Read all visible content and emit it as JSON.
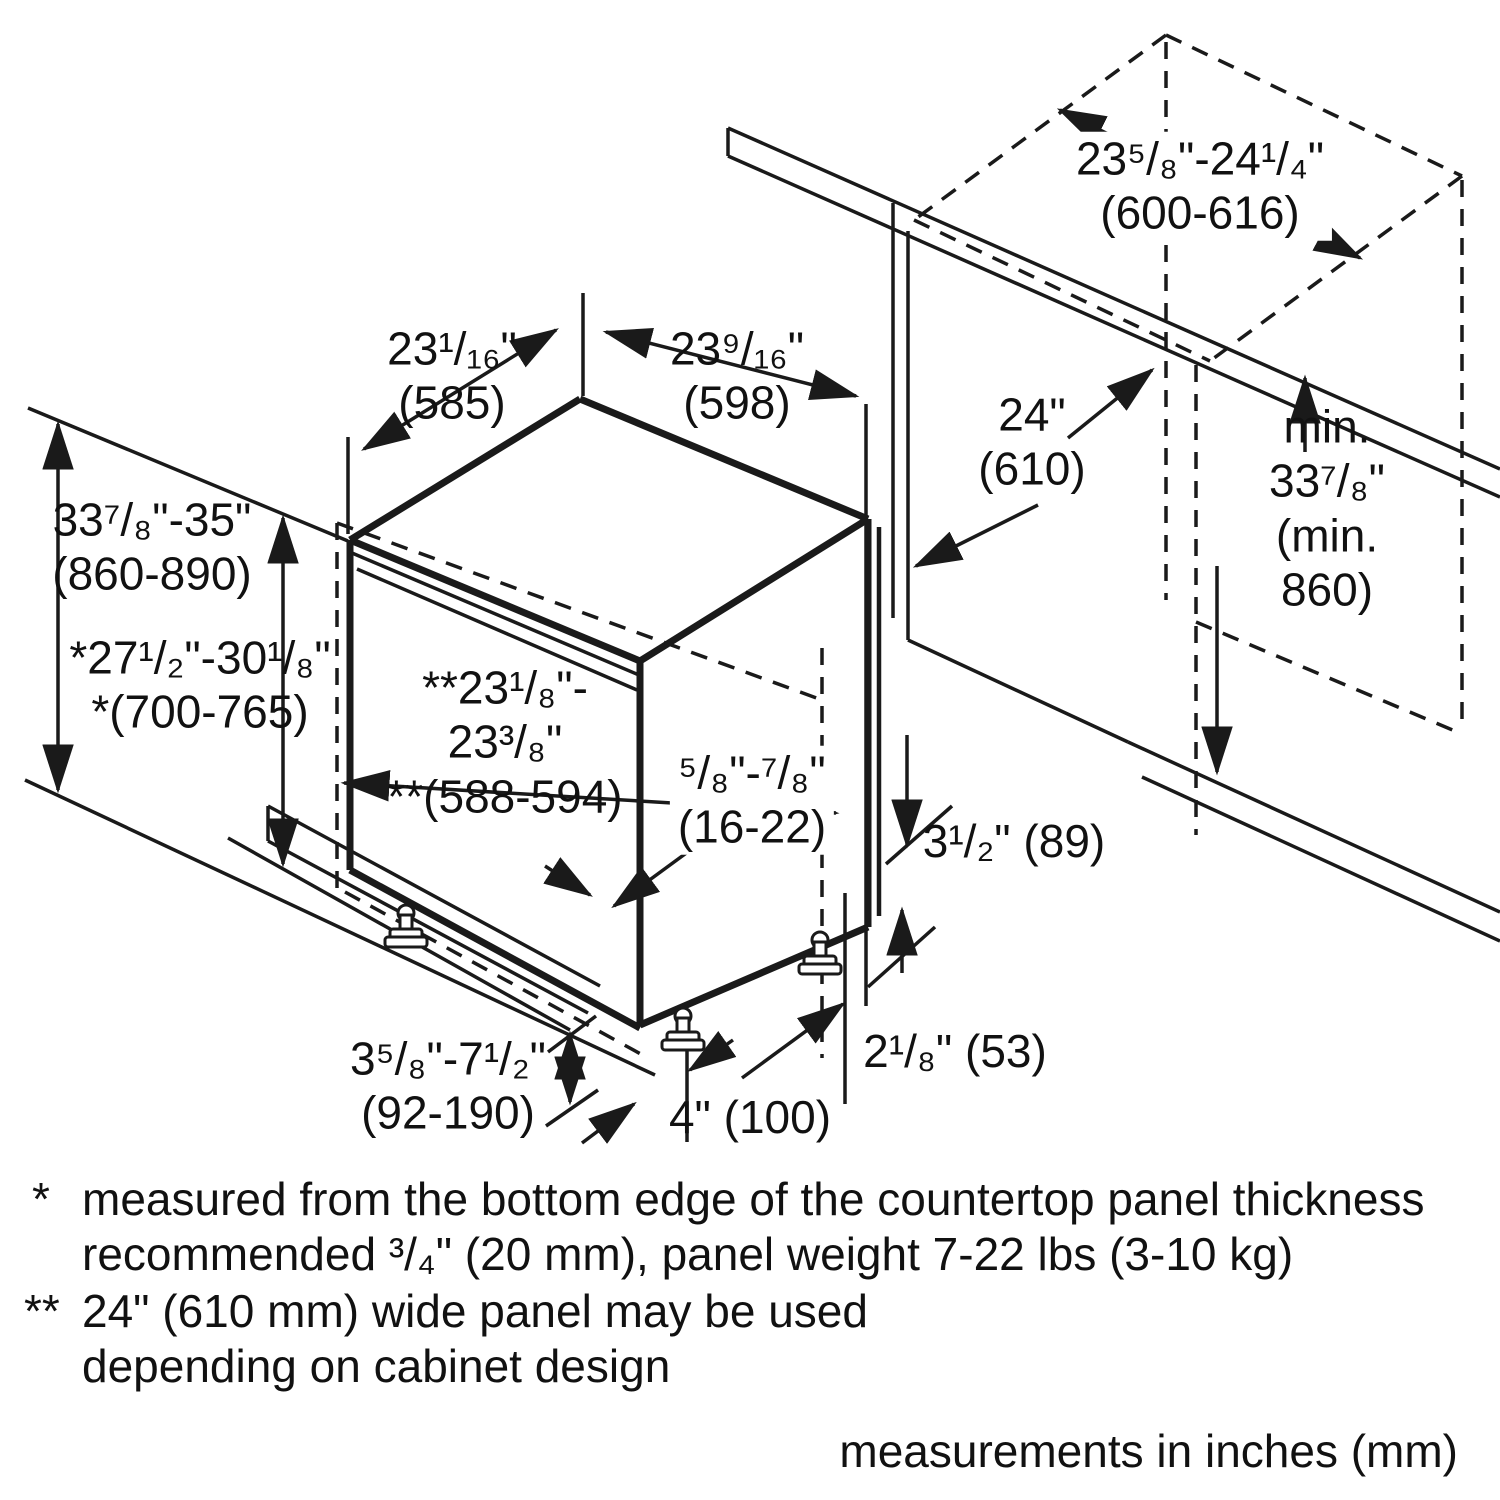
{
  "labels": {
    "counter_width": "23⁵/₈\"-24¹/₄\"\n(600-616)",
    "dishwasher_depth": "23¹/₁₆\"\n(585)",
    "dishwasher_width": "23⁹/₁₆\"\n(598)",
    "niche_width": "24\"\n(610)",
    "niche_min_height": "min. 33⁷/₈\"\n(min. 860)",
    "overall_height": "33⁷/₈\"-35\"\n(860-890)",
    "panel_height": "*27¹/₂\"-30¹/₈\"\n*(700-765)",
    "panel_width": "**23¹/₈\"-\n23³/₈\"\n**(588-594)",
    "panel_thickness": "⁵/₈\"-⁷/₈\"\n(16-22)",
    "toe_kick_height": "3¹/₂\" (89)",
    "foot_clearance": "2¹/₈\" (53)",
    "leveling_range": "3⁵/₈\"-7¹/₂\"\n(92-190)",
    "foot_depth": "4\" (100)"
  },
  "footnotes": {
    "marker1": "*",
    "note1_line1": "measured from the bottom edge of the countertop panel thickness",
    "note1_line2": "recommended ³/₄\" (20 mm), panel weight 7-22 lbs (3-10 kg)",
    "marker2": "**",
    "note2_line1": "24\" (610 mm) wide panel may be used",
    "note2_line2": "depending on cabinet design"
  },
  "footer": "measurements in inches (mm)",
  "colors": {
    "line": "#1a1a1a",
    "background": "#ffffff"
  }
}
